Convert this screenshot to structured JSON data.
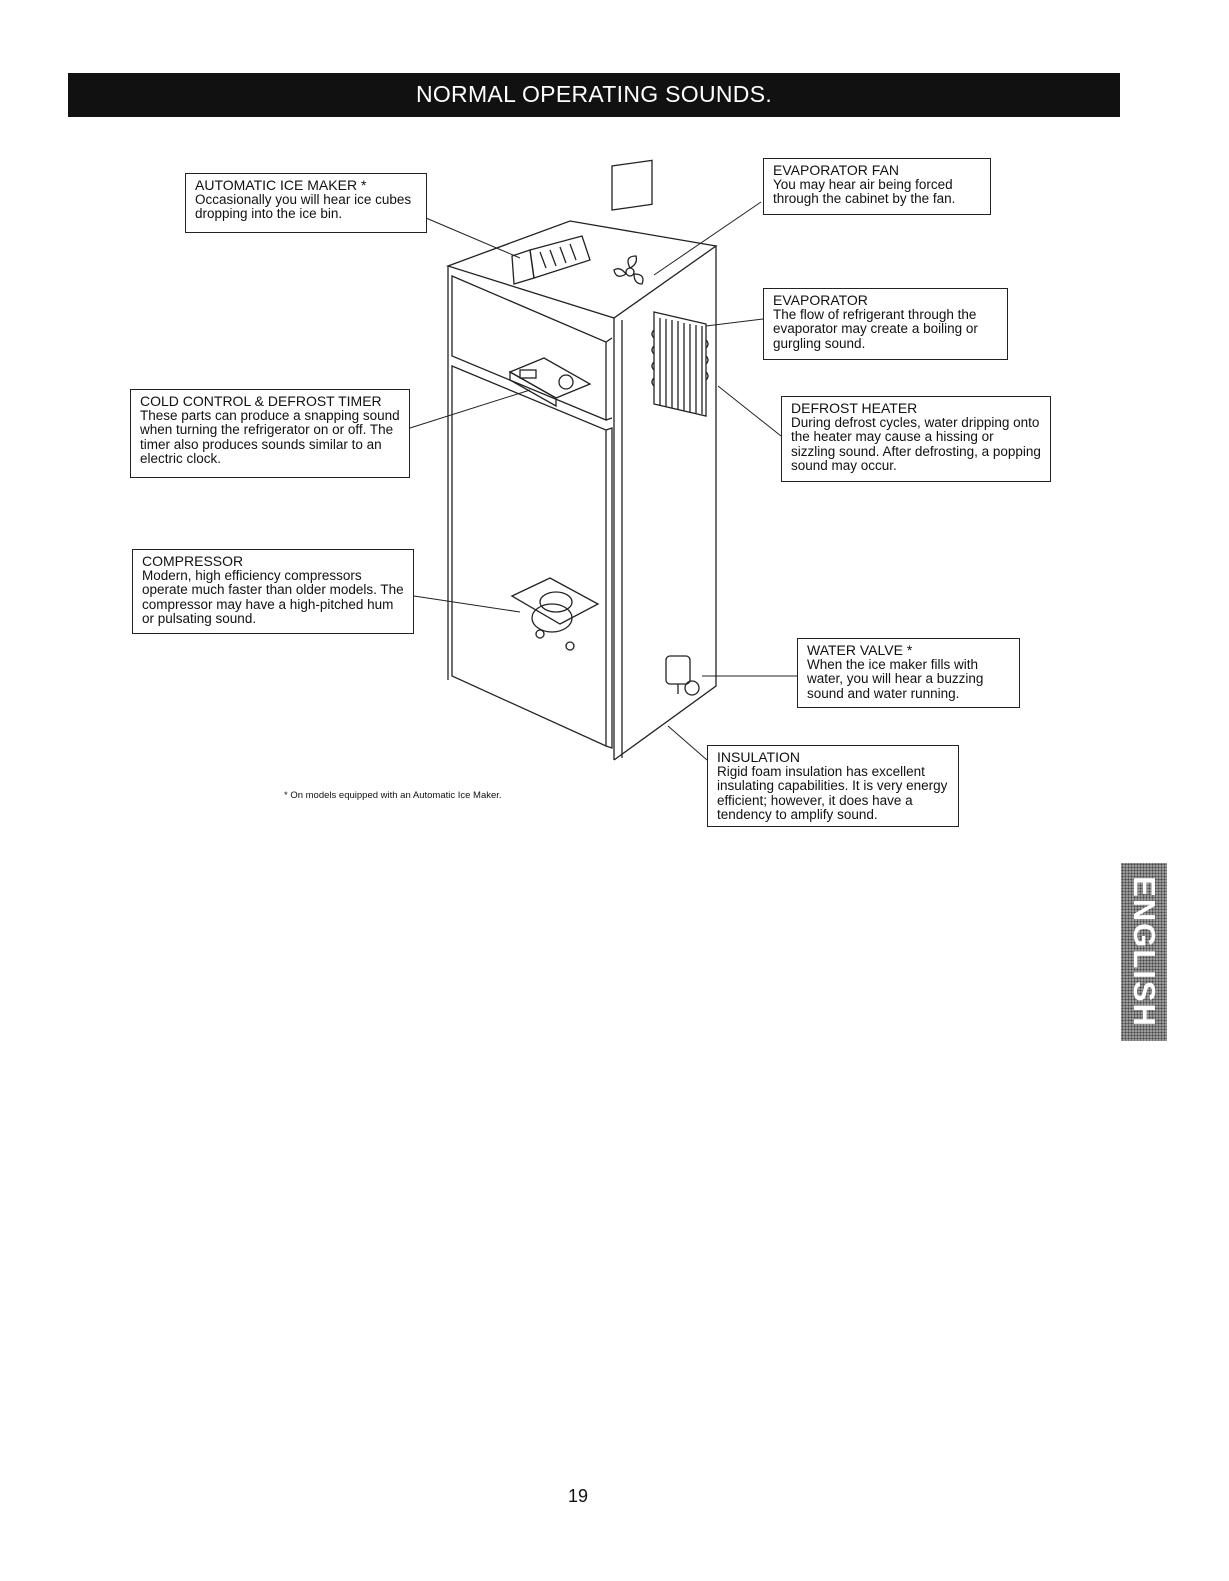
{
  "header": {
    "title": "NORMAL OPERATING SOUNDS."
  },
  "callouts": {
    "ice_maker": {
      "title": "AUTOMATIC ICE MAKER *",
      "text": "Occasionally you will hear ice cubes dropping into the ice bin."
    },
    "cold_control": {
      "title": "COLD CONTROL & DEFROST TIMER",
      "text": "These parts can produce a snapping sound when turning the refrigerator on or off. The timer also produces sounds similar to an electric clock."
    },
    "compressor": {
      "title": "COMPRESSOR",
      "text": "Modern, high efficiency compressors operate much faster than older models. The compressor may have a high-pitched hum or pulsating sound."
    },
    "evaporator_fan": {
      "title": "EVAPORATOR FAN",
      "text": "You may hear air being forced through the cabinet by the fan."
    },
    "evaporator": {
      "title": "EVAPORATOR",
      "text": "The flow of refrigerant through the evaporator may create a boiling or gurgling sound."
    },
    "defrost_heater": {
      "title": "DEFROST HEATER",
      "text": "During defrost cycles, water dripping onto the heater may cause a hissing or sizzling sound. After defrosting, a popping sound may occur."
    },
    "water_valve": {
      "title": "WATER VALVE *",
      "text": "When the ice maker fills with water, you will hear a buzzing sound and water running."
    },
    "insulation": {
      "title": "INSULATION",
      "text": "Rigid foam insulation has excellent insulating capabilities. It is very energy efficient; however, it does have a tendency to amplify sound."
    }
  },
  "footnote": "* On models equipped with an Automatic Ice Maker.",
  "page_number": "19",
  "side_tab": {
    "label": "ENGLISH"
  }
}
